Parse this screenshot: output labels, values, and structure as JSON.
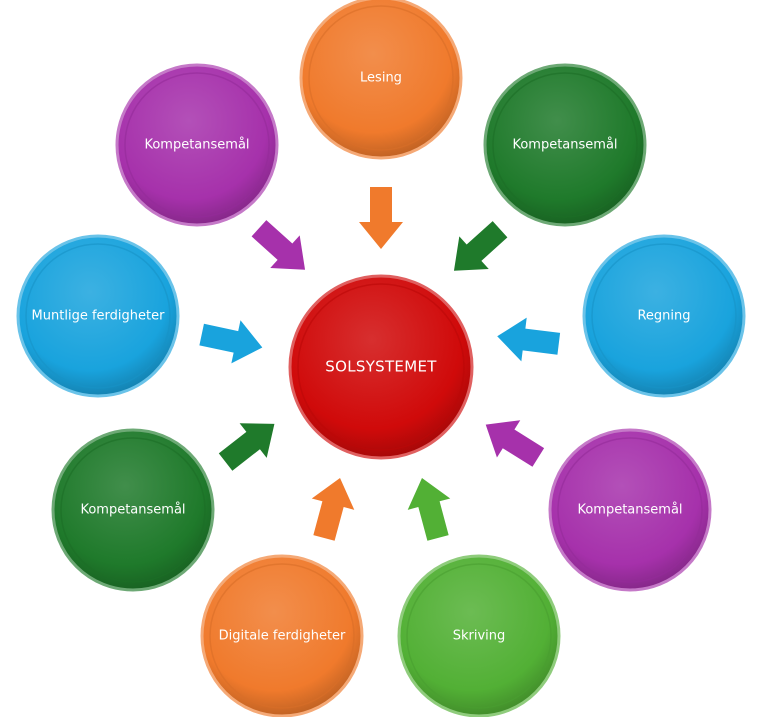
{
  "diagram": {
    "center": {
      "label": "SOLSYSTEMET",
      "color": "#d00a0a"
    },
    "nodes": [
      {
        "id": "lesing",
        "label": "Lesing",
        "color": "#f07a2c"
      },
      {
        "id": "kompetansemal-top-right",
        "label": "Kompetansemål",
        "color": "#1f7a2b"
      },
      {
        "id": "regning",
        "label": "Regning",
        "color": "#19a3dd"
      },
      {
        "id": "kompetansemal-bottom-right",
        "label": "Kompetansemål",
        "color": "#a631ab"
      },
      {
        "id": "skriving",
        "label": "Skriving",
        "color": "#52b035"
      },
      {
        "id": "digitale-ferdigheter",
        "label": "Digitale ferdigheter",
        "color": "#f07a2c"
      },
      {
        "id": "kompetansemal-bottom-left",
        "label": "Kompetansemål",
        "color": "#1f7a2b"
      },
      {
        "id": "muntlige-ferdigheter",
        "label": "Muntlige ferdigheter",
        "color": "#19a3dd"
      },
      {
        "id": "kompetansemal-top-left",
        "label": "Kompetansemål",
        "color": "#a631ab"
      }
    ]
  }
}
